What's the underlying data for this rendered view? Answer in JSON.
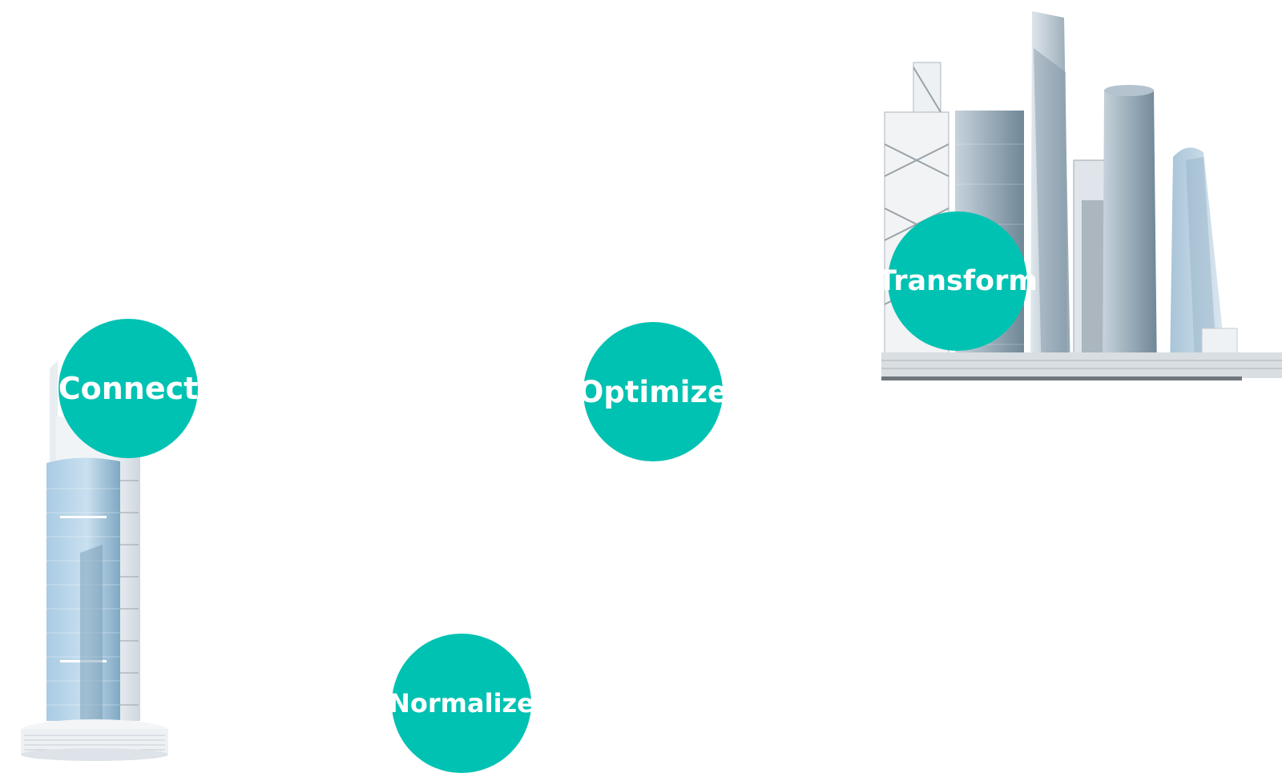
{
  "colors": {
    "node_fill": "#00c2b2",
    "node_text": "#ffffff",
    "glass_light": "#bcd8ec",
    "glass_mid": "#8fb8d6",
    "glass_dark": "#5d7f96",
    "concrete": "#e9eef2",
    "steel": "#8a949c",
    "ground": "#6f777d"
  },
  "illustrations": {
    "tower": "skyscraper-tower-icon",
    "skyline": "city-skyline-icon"
  },
  "nodes": [
    {
      "key": "connect",
      "label": "Connect"
    },
    {
      "key": "optimize",
      "label": "Optimize"
    },
    {
      "key": "normalize",
      "label": "Normalize"
    },
    {
      "key": "transform",
      "label": "Transform"
    }
  ]
}
